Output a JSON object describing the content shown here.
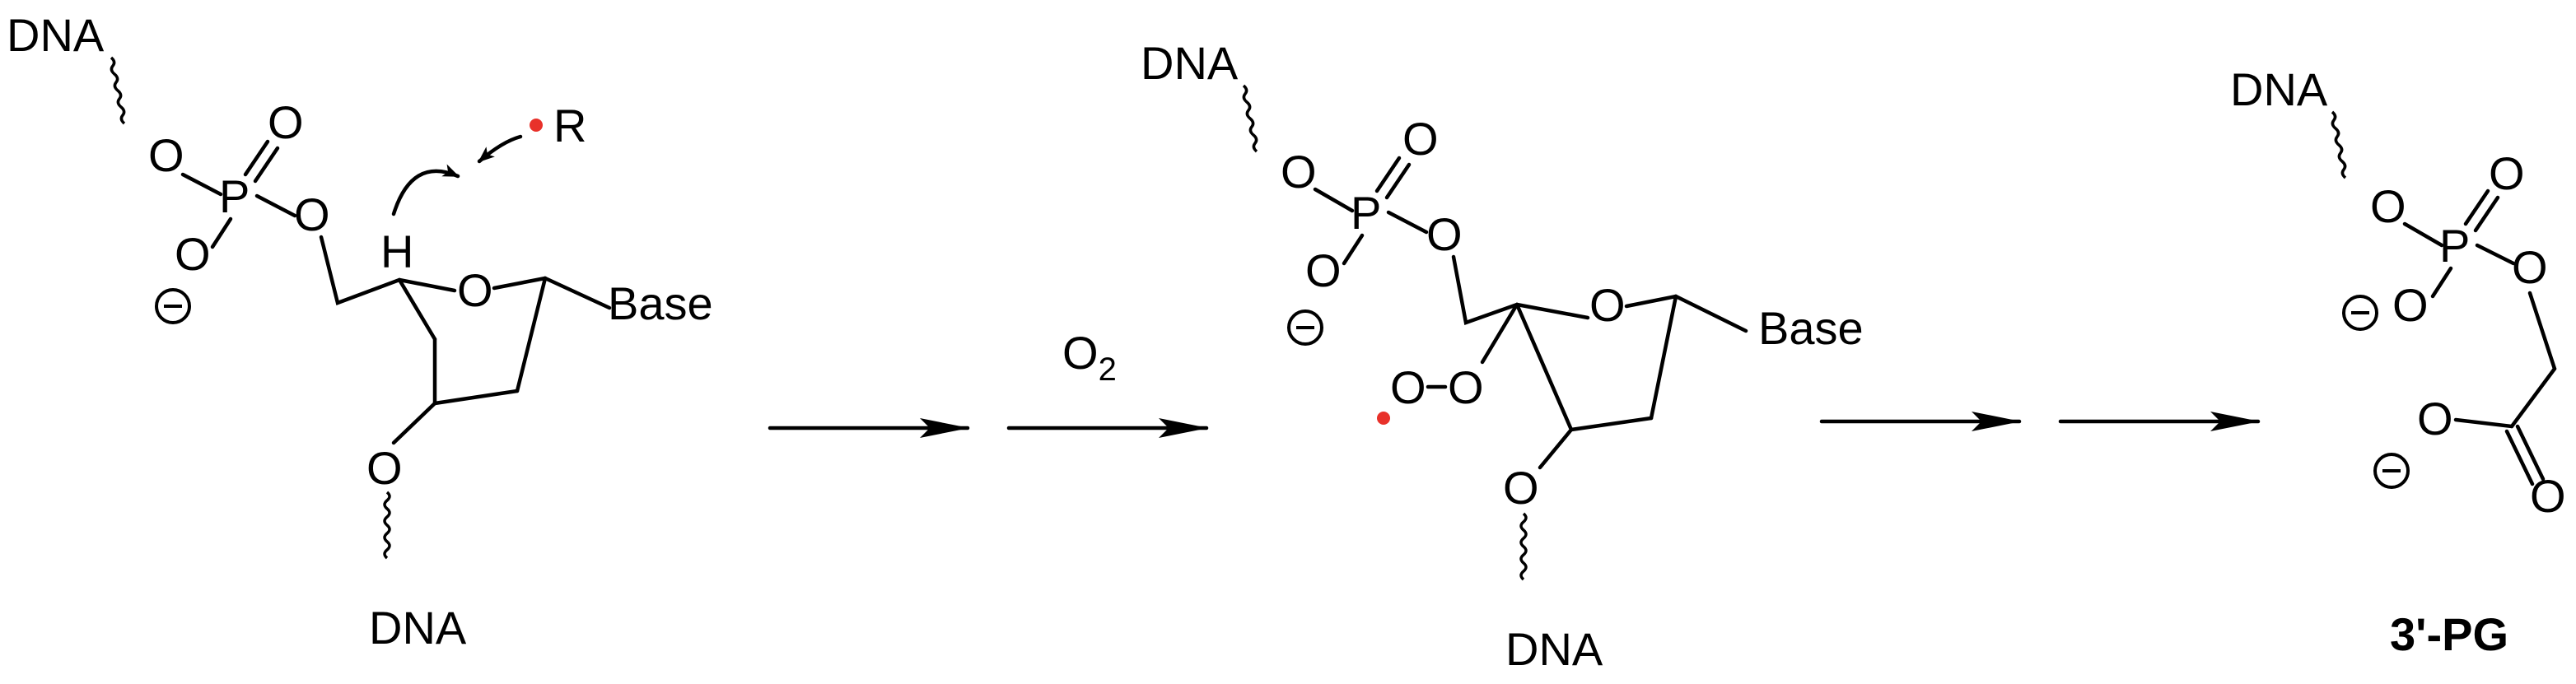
{
  "colors": {
    "ink": "#000000",
    "radical": "#e8312a"
  },
  "scheme": {
    "reactant": {
      "dna_top": "DNA",
      "dna_bottom": "DNA",
      "oxygen": "O",
      "phosphorus": "P",
      "hydrogen": "H",
      "base": "Base",
      "radical_group": "R",
      "charge_symbol": "minus"
    },
    "reagent": {
      "label_main": "O",
      "label_subscript": "2"
    },
    "intermediate": {
      "dna_top": "DNA",
      "dna_bottom": "DNA",
      "oxygen": "O",
      "phosphorus": "P",
      "base": "Base",
      "charge_symbol": "minus"
    },
    "product": {
      "dna_top": "DNA",
      "oxygen": "O",
      "phosphorus": "P",
      "name": "3'-PG",
      "charge_symbol": "minus"
    }
  }
}
